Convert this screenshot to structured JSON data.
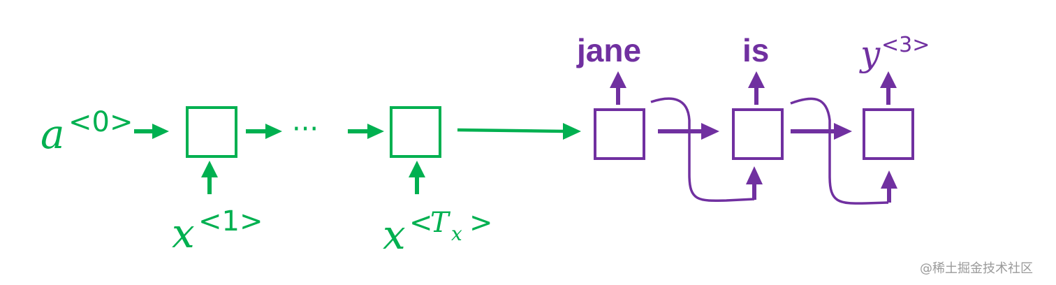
{
  "colors": {
    "encoder": "#00b050",
    "decoder": "#7030a0",
    "watermark": "#9a9a9a"
  },
  "encoder": {
    "initial_activation": {
      "base": "a",
      "superscript": "<0>"
    },
    "ellipsis": "···",
    "inputs": [
      {
        "base": "x",
        "superscript": "<1>"
      },
      {
        "base": "x",
        "superscript_open": "<",
        "superscript_var": "T",
        "superscript_sub": "x",
        "superscript_close": ">"
      }
    ]
  },
  "decoder": {
    "outputs": [
      {
        "label": "jane"
      },
      {
        "label": "is"
      },
      {
        "base": "y",
        "superscript": "<3>"
      }
    ]
  },
  "watermark": "@稀土掘金技术社区"
}
